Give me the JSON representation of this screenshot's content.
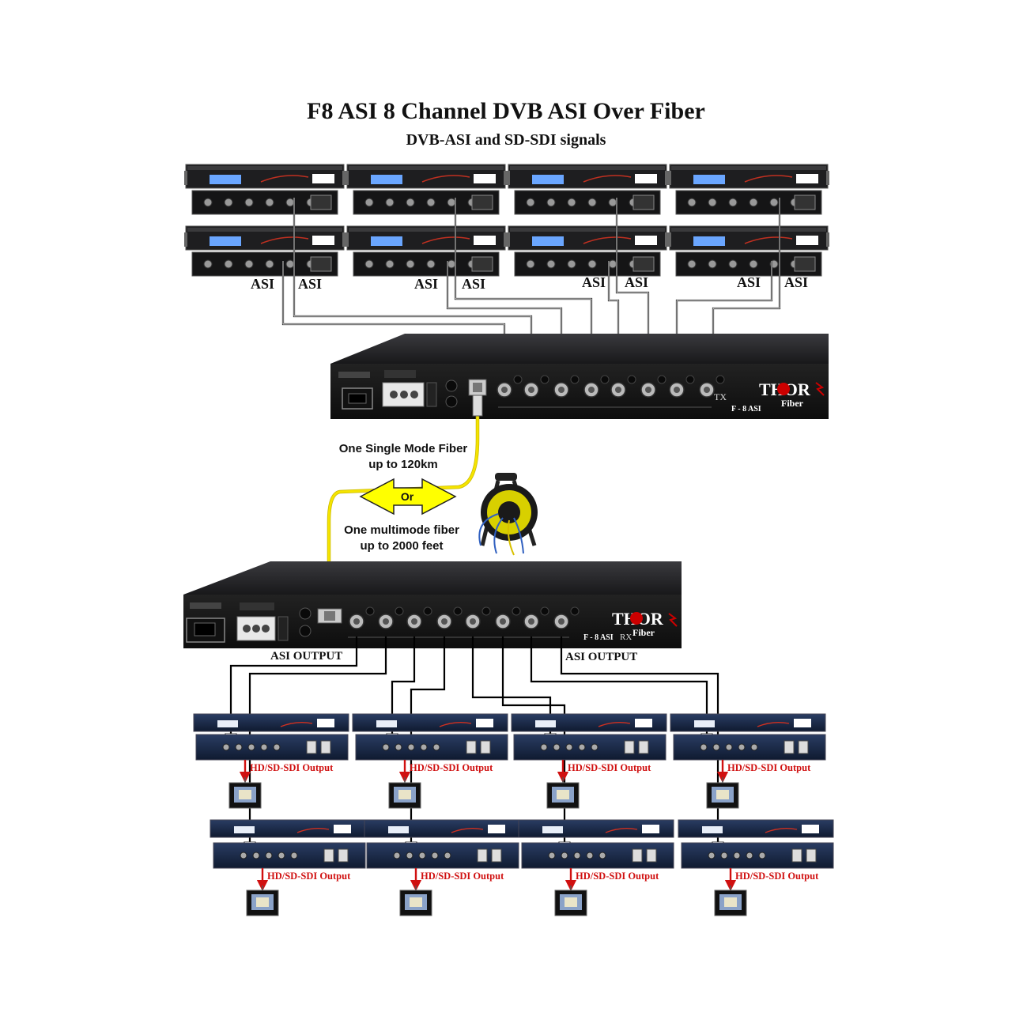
{
  "header": {
    "title": "F8 ASI 8 Channel DVB ASI Over Fiber",
    "subtitle": "DVB-ASI and SD-SDI signals"
  },
  "transmitter": {
    "brand": "THOR",
    "brand_sub": "Fiber",
    "model": "F - 8 ASI",
    "tx_tag": "TX",
    "input_labels": [
      "ASI",
      "ASI",
      "ASI",
      "ASI",
      "ASI",
      "ASI",
      "ASI",
      "ASI"
    ]
  },
  "fiber": {
    "single_mode": "One Single Mode Fiber",
    "single_mode_range": "up to 120km",
    "or_label": "Or",
    "multimode": "One multimode fiber",
    "multimode_range": "up to 2000 feet"
  },
  "receiver": {
    "brand": "THOR",
    "brand_sub": "Fiber",
    "model": "F - 8 ASI",
    "rx_tag": "RX",
    "output_left": "ASI OUTPUT",
    "output_right": "ASI OUTPUT"
  },
  "decoders": {
    "output_label": "HD/SD-SDI Output"
  },
  "colors": {
    "fiber_yellow": "#f5e400",
    "arrow_yellow": "#ffff00",
    "sdi_red": "#d01010",
    "chassis": "#1c1c1e",
    "decoder_blue": "#1a2a4a"
  }
}
